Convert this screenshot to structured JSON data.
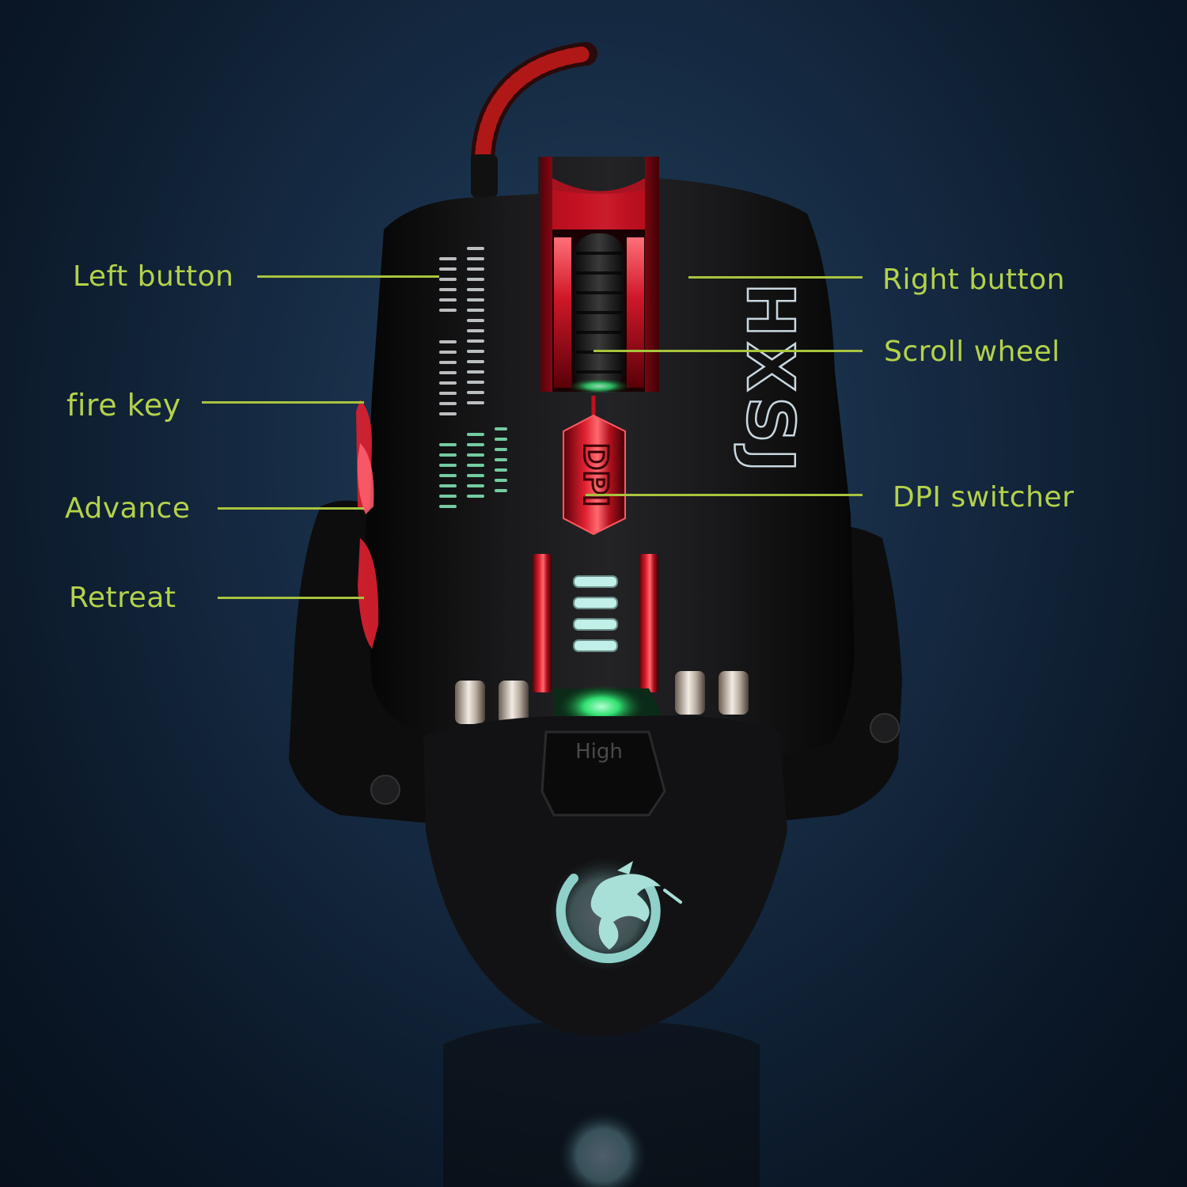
{
  "colors": {
    "callout_text": "#b4d24a",
    "callout_line": "#a8c43e",
    "background": "#152a42",
    "accent_red": "#e02030",
    "accent_green": "#30e070"
  },
  "callouts": {
    "left_button": "Left button",
    "fire_key": "fire key",
    "advance": "Advance",
    "retreat": "Retreat",
    "right_button": "Right button",
    "scroll_wheel": "Scroll wheel",
    "dpi_switcher": "DPI switcher"
  },
  "mouse": {
    "brand_text": "HXSJ",
    "dpi_button_text": "DPI",
    "palm_text": "High",
    "logo_icon": "dragon-logo-icon"
  }
}
